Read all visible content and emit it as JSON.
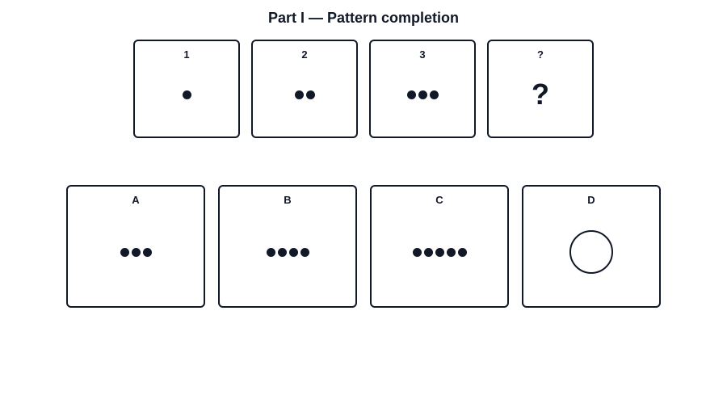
{
  "title": "Part I — Pattern completion",
  "sequence": [
    {
      "label": "1",
      "dots": 1
    },
    {
      "label": "2",
      "dots": 2
    },
    {
      "label": "3",
      "dots": 3
    },
    {
      "label": "?",
      "symbol": "?"
    }
  ],
  "options": [
    {
      "label": "A",
      "dots": 3
    },
    {
      "label": "B",
      "dots": 4
    },
    {
      "label": "C",
      "dots": 5
    },
    {
      "label": "D",
      "shape": "circle-outline-icon"
    }
  ],
  "colors": {
    "ink": "#111827",
    "background": "#ffffff"
  }
}
